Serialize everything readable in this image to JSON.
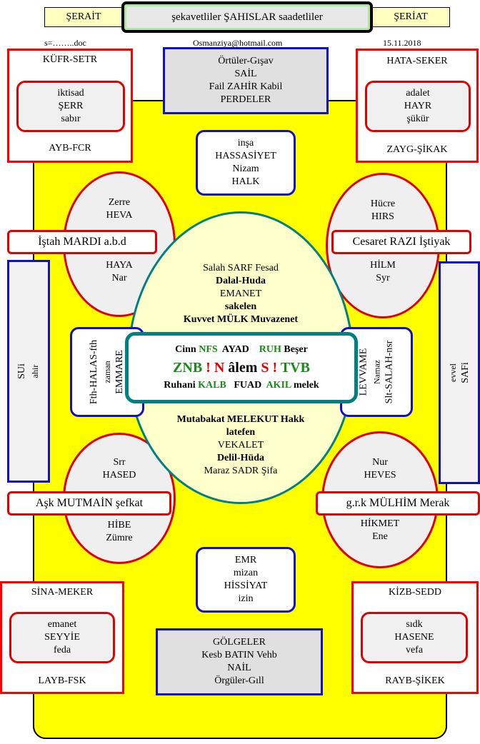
{
  "header": {
    "left_tab": "ŞERAİT",
    "right_tab": "ŞERİAT",
    "title": "şekavetliler  ŞAHISLAR  saadetliler",
    "file": "s=……..doc",
    "email": "Osmanziya@hotmail.com",
    "date": "15.11.2018"
  },
  "top_left": {
    "top": "KÜFR-SETR",
    "inner": [
      "iktisad",
      "ŞERR",
      "sabır"
    ],
    "bottom": "AYB-FCR"
  },
  "top_right": {
    "top": "HATA-SEKER",
    "inner": [
      "adalet",
      "HAYR",
      "şükür"
    ],
    "bottom": "ZAYG-ŞİKAK"
  },
  "bottom_left": {
    "top": "SİNA-MEKER",
    "inner": [
      "emanet",
      "SEYYİE",
      "feda"
    ],
    "bottom": "LAYB-FSK"
  },
  "bottom_right": {
    "top": "KİZB-SEDD",
    "inner": [
      "sıdk",
      "HASENE",
      "vefa"
    ],
    "bottom": "RAYB-ŞİKEK"
  },
  "top_center": [
    "Örtüler-Gışav",
    "SAİL",
    "Fail ZAHİR Kabil",
    "PERDELER"
  ],
  "bottom_center": [
    "GÖLGELER",
    "Kesb BATIN  Vehb",
    "NAİL",
    "Örgüler-Gıll"
  ],
  "upper_mid": [
    "inşa",
    "HASSASİYET",
    "Nizam",
    "HALK"
  ],
  "lower_mid": [
    "EMR",
    "mizan",
    "HİSSİYAT",
    "izin"
  ],
  "ellipse_tl": {
    "top": [
      "Zerre",
      "HEVA"
    ],
    "bottom": [
      "HAYA",
      "Nar"
    ]
  },
  "ellipse_tr": {
    "top": [
      "Hücre",
      "HIRS"
    ],
    "bottom": [
      "HİLM",
      "Syr"
    ]
  },
  "ellipse_bl": {
    "top": [
      "Srr",
      "HASED"
    ],
    "bottom": [
      "HİBE",
      "Zümre"
    ]
  },
  "ellipse_br": {
    "top": [
      "Nur",
      "HEVES"
    ],
    "bottom": [
      "HİKMET",
      "Ene"
    ]
  },
  "bars": {
    "tl": "İştah  MARDI a.b.d",
    "tr": "Cesaret  RAZI  İştiyak",
    "bl": "Aşk MUTMAİN şefkat",
    "br": "g.r.k  MÜLHİM Merak"
  },
  "side_left": [
    "SUi",
    "ahir"
  ],
  "side_right": [
    "evvel",
    "SAFi"
  ],
  "inner_left": [
    "Fth-HALAS-fth",
    "zaman",
    "EMMARE"
  ],
  "inner_right": [
    "LEVVAME",
    "Namaz",
    "Slt-SALAH-nsr"
  ],
  "egg_top": {
    "l1": "Salah SARF Fesad",
    "l2": "Dalal-Huda",
    "l3": "EMANET",
    "l4": "sakelen",
    "l5": "Kuvvet   MÜLK Muvazenet"
  },
  "egg_bottom": {
    "l1": "Mutabakat MELEKUT  Hakk",
    "l2": "latefen",
    "l3": "VEKALET",
    "l4": "Delil-Hüda",
    "l5": "Maraz SADR Şifa"
  },
  "core": {
    "r1": {
      "a": "Cinn ",
      "b": "NFS",
      "c": "  AYAD  ",
      "d": "  RUH",
      "e": " Beşer"
    },
    "r2": {
      "a": "ZNB",
      "b": " ! ",
      "c": "N",
      "d": " âlem ",
      "e": "S",
      "f": " ! ",
      "g": "TVB"
    },
    "r3": {
      "a": "Ruhani ",
      "b": "KALB",
      "c": "   FUAD  ",
      "d": "AKIL",
      "e": " melek"
    }
  },
  "colors": {
    "board": "#ffff00",
    "red": "#e00000",
    "blue": "#1010cc",
    "teal": "#008080",
    "green": "#1a8a1a"
  }
}
